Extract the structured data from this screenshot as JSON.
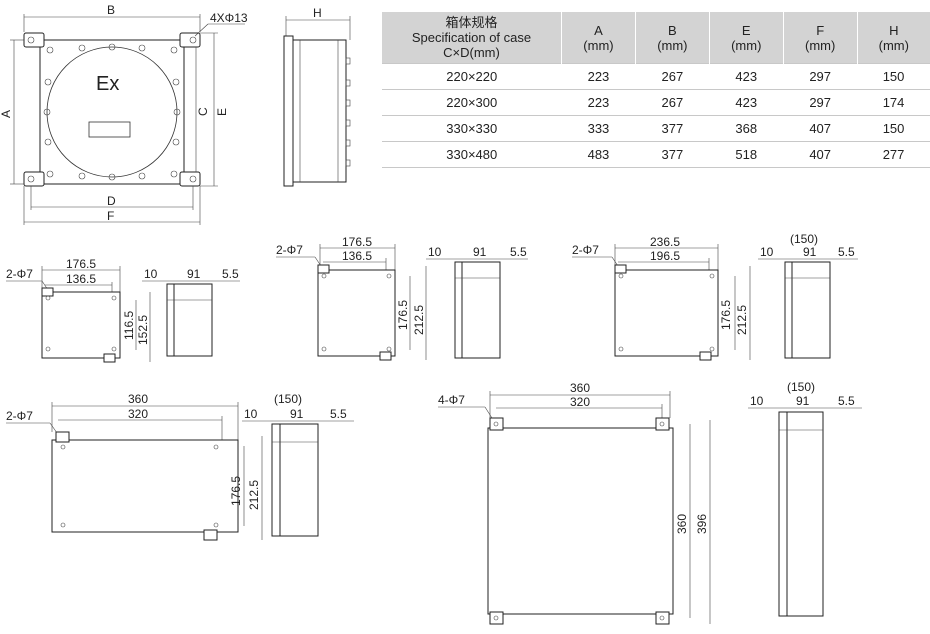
{
  "spec_table": {
    "header": {
      "spec_cn": "箱体规格",
      "spec_en": "Specification of case",
      "spec_cd": "C×D(mm)",
      "cols": [
        {
          "letter": "A",
          "unit": "(mm)"
        },
        {
          "letter": "B",
          "unit": "(mm)"
        },
        {
          "letter": "E",
          "unit": "(mm)"
        },
        {
          "letter": "F",
          "unit": "(mm)"
        },
        {
          "letter": "H",
          "unit": "(mm)"
        }
      ]
    },
    "rows": [
      {
        "size": "220×220",
        "values": [
          "223",
          "267",
          "423",
          "297",
          "150"
        ]
      },
      {
        "size": "220×300",
        "values": [
          "223",
          "267",
          "423",
          "297",
          "174"
        ]
      },
      {
        "size": "330×330",
        "values": [
          "333",
          "377",
          "368",
          "407",
          "150"
        ]
      },
      {
        "size": "330×480",
        "values": [
          "483",
          "377",
          "518",
          "407",
          "277"
        ]
      }
    ]
  },
  "main_drawing": {
    "label_b": "B",
    "label_hole": "4XΦ13",
    "label_a": "A",
    "label_c": "C",
    "label_e": "E",
    "label_d": "D",
    "label_f": "F",
    "ex_mark": "Ex",
    "side_label_h": "H"
  },
  "box1": {
    "hole": "2-Φ7",
    "w_outer": "176.5",
    "w_inner": "136.5",
    "h_inner": "116.5",
    "h_outer": "152.5",
    "side_left": "10",
    "side_mid": "91",
    "side_right": "5.5"
  },
  "box2": {
    "hole": "2-Φ7",
    "w_outer": "176.5",
    "w_inner": "136.5",
    "h_inner": "176.5",
    "h_outer": "212.5",
    "side_left": "10",
    "side_mid": "91",
    "side_right": "5.5"
  },
  "box3": {
    "hole": "2-Φ7",
    "w_outer": "236.5",
    "w_inner": "196.5",
    "h_inner": "176.5",
    "h_outer": "212.5",
    "side_top": "(150)",
    "side_left": "10",
    "side_mid": "91",
    "side_right": "5.5"
  },
  "box4": {
    "hole": "2-Φ7",
    "w_outer": "360",
    "w_inner": "320",
    "h_inner": "176.5",
    "h_outer": "212.5",
    "side_top": "(150)",
    "side_left": "10",
    "side_mid": "91",
    "side_right": "5.5"
  },
  "box5": {
    "hole": "4-Φ7",
    "w_outer": "360",
    "w_inner": "320",
    "h_inner": "360",
    "h_outer": "396",
    "side_top": "(150)",
    "side_left": "10",
    "side_mid": "91",
    "side_right": "5.5"
  }
}
